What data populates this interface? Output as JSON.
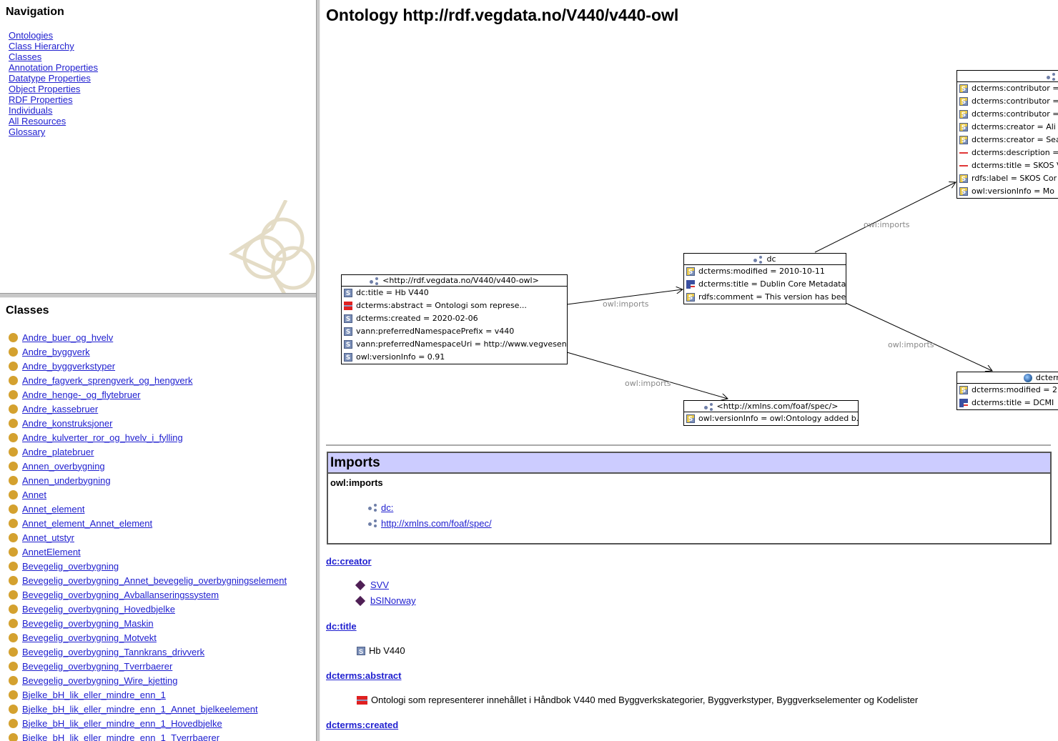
{
  "nav": {
    "title": "Navigation",
    "links": [
      "Ontologies",
      "Class Hierarchy",
      "Classes",
      "Annotation Properties",
      "Datatype Properties",
      "Object Properties",
      "RDF Properties",
      "Individuals",
      "All Resources",
      "Glossary"
    ]
  },
  "classes": {
    "title": "Classes",
    "items": [
      "Andre_buer_og_hvelv",
      "Andre_byggverk",
      "Andre_byggverkstyper",
      "Andre_fagverk_sprengverk_og_hengverk",
      "Andre_henge-_og_flytebruer",
      "Andre_kassebruer",
      "Andre_konstruksjoner",
      "Andre_kulverter_ror_og_hvelv_i_fylling",
      "Andre_platebruer",
      "Annen_overbygning",
      "Annen_underbygning",
      "Annet",
      "Annet_element",
      "Annet_element_Annet_element",
      "Annet_utstyr",
      "AnnetElement",
      "Bevegelig_overbygning",
      "Bevegelig_overbygning_Annet_bevegelig_overbygningselement",
      "Bevegelig_overbygning_Avballanseringssystem",
      "Bevegelig_overbygning_Hovedbjelke",
      "Bevegelig_overbygning_Maskin",
      "Bevegelig_overbygning_Motvekt",
      "Bevegelig_overbygning_Tannkrans_drivverk",
      "Bevegelig_overbygning_Tverrbaerer",
      "Bevegelig_overbygning_Wire_kjetting",
      "Bjelke_bH_lik_eller_mindre_enn_1",
      "Bjelke_bH_lik_eller_mindre_enn_1_Annet_bjelkeelement",
      "Bjelke_bH_lik_eller_mindre_enn_1_Hovedbjelke",
      "Bjelke_bH_lik_eller_mindre_enn_1_Tverrbaerer"
    ]
  },
  "page": {
    "title": "Ontology http://rdf.vegdata.no/V440/v440-owl"
  },
  "diagram": {
    "main": {
      "title": "<http://rdf.vegdata.no/V440/v440-owl>",
      "rows": [
        [
          "s",
          "dc:title = Hb V440"
        ],
        [
          "no",
          "dcterms:abstract = Ontologi som represe..."
        ],
        [
          "s",
          "dcterms:created = 2020-02-06"
        ],
        [
          "s",
          "vann:preferredNamespacePrefix = v440"
        ],
        [
          "s",
          "vann:preferredNamespaceUri = http://www.vegvesen...."
        ],
        [
          "s",
          "owl:versionInfo = 0.91"
        ]
      ]
    },
    "dc": {
      "title": "dc",
      "rows": [
        [
          "a",
          "dcterms:modified = 2010-10-11"
        ],
        [
          "us",
          "dcterms:title = Dublin Core Metadata..."
        ],
        [
          "a",
          "rdfs:comment = This version has bee..."
        ]
      ]
    },
    "foaf": {
      "title": "<http://xmlns.com/foaf/spec/>",
      "rows": [
        [
          "a",
          "owl:versionInfo = owl:Ontology added b..."
        ]
      ]
    },
    "skos": {
      "title": "s",
      "rows": [
        [
          "a",
          "dcterms:contributor ="
        ],
        [
          "a",
          "dcterms:contributor ="
        ],
        [
          "a",
          "dcterms:contributor ="
        ],
        [
          "a",
          "dcterms:creator = Ali"
        ],
        [
          "a",
          "dcterms:creator = Sea"
        ],
        [
          "uk",
          "dcterms:description ="
        ],
        [
          "uk",
          "dcterms:title = SKOS V"
        ],
        [
          "a",
          "rdfs:label = SKOS Cor"
        ],
        [
          "a",
          "owl:versionInfo = Mo"
        ]
      ]
    },
    "dcterms": {
      "title": "dcterm",
      "rows": [
        [
          "a",
          "dcterms:modified = 2"
        ],
        [
          "us",
          "dcterms:title = DCMI"
        ]
      ]
    },
    "edge_label": "owl:imports"
  },
  "imports": {
    "title": "Imports",
    "prop": "owl:imports",
    "items": [
      "dc:",
      "http://xmlns.com/foaf/spec/"
    ]
  },
  "sections": {
    "creator": {
      "label": "dc:creator",
      "items": [
        "SVV",
        "bSINorway"
      ]
    },
    "title": {
      "label": "dc:title",
      "value": "Hb V440"
    },
    "abstract": {
      "label": "dcterms:abstract",
      "value": "Ontologi som representerer innehållet i Håndbok V440 med Byggverkskategorier, Byggverkstyper, Byggverkselementer og Kodelister"
    },
    "created": {
      "label": "dcterms:created"
    }
  }
}
